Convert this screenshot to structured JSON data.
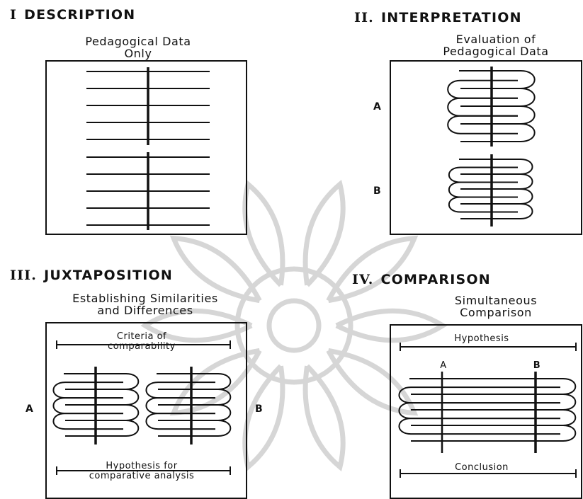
{
  "watermark": {
    "color": "#cfcfcf"
  },
  "panels": {
    "description": {
      "numeral": "I",
      "heading": "DESCRIPTION",
      "subtitle_line1": "Pedagogical Data",
      "subtitle_line2": "Only"
    },
    "interpretation": {
      "numeral": "II.",
      "heading": "INTERPRETATION",
      "subtitle_line1": "Evaluation of",
      "subtitle_line2": "Pedagogical Data",
      "label_a": "A",
      "label_b": "B"
    },
    "juxtaposition": {
      "numeral": "III.",
      "heading": "JUXTAPOSITION",
      "subtitle_line1": "Establishing Similarities",
      "subtitle_line2": "and Differences",
      "criteria_line1": "Criteria of",
      "criteria_line2": "comparability",
      "hypothesis_line1": "Hypothesis for",
      "hypothesis_line2": "comparative analysis",
      "label_a": "A",
      "label_b": "B"
    },
    "comparison": {
      "numeral": "IV.",
      "heading": "COMPARISON",
      "subtitle_line1": "Simultaneous",
      "subtitle_line2": "Comparison",
      "hypothesis": "Hypothesis",
      "conclusion": "Conclusion",
      "label_a": "A",
      "label_b": "B"
    }
  }
}
